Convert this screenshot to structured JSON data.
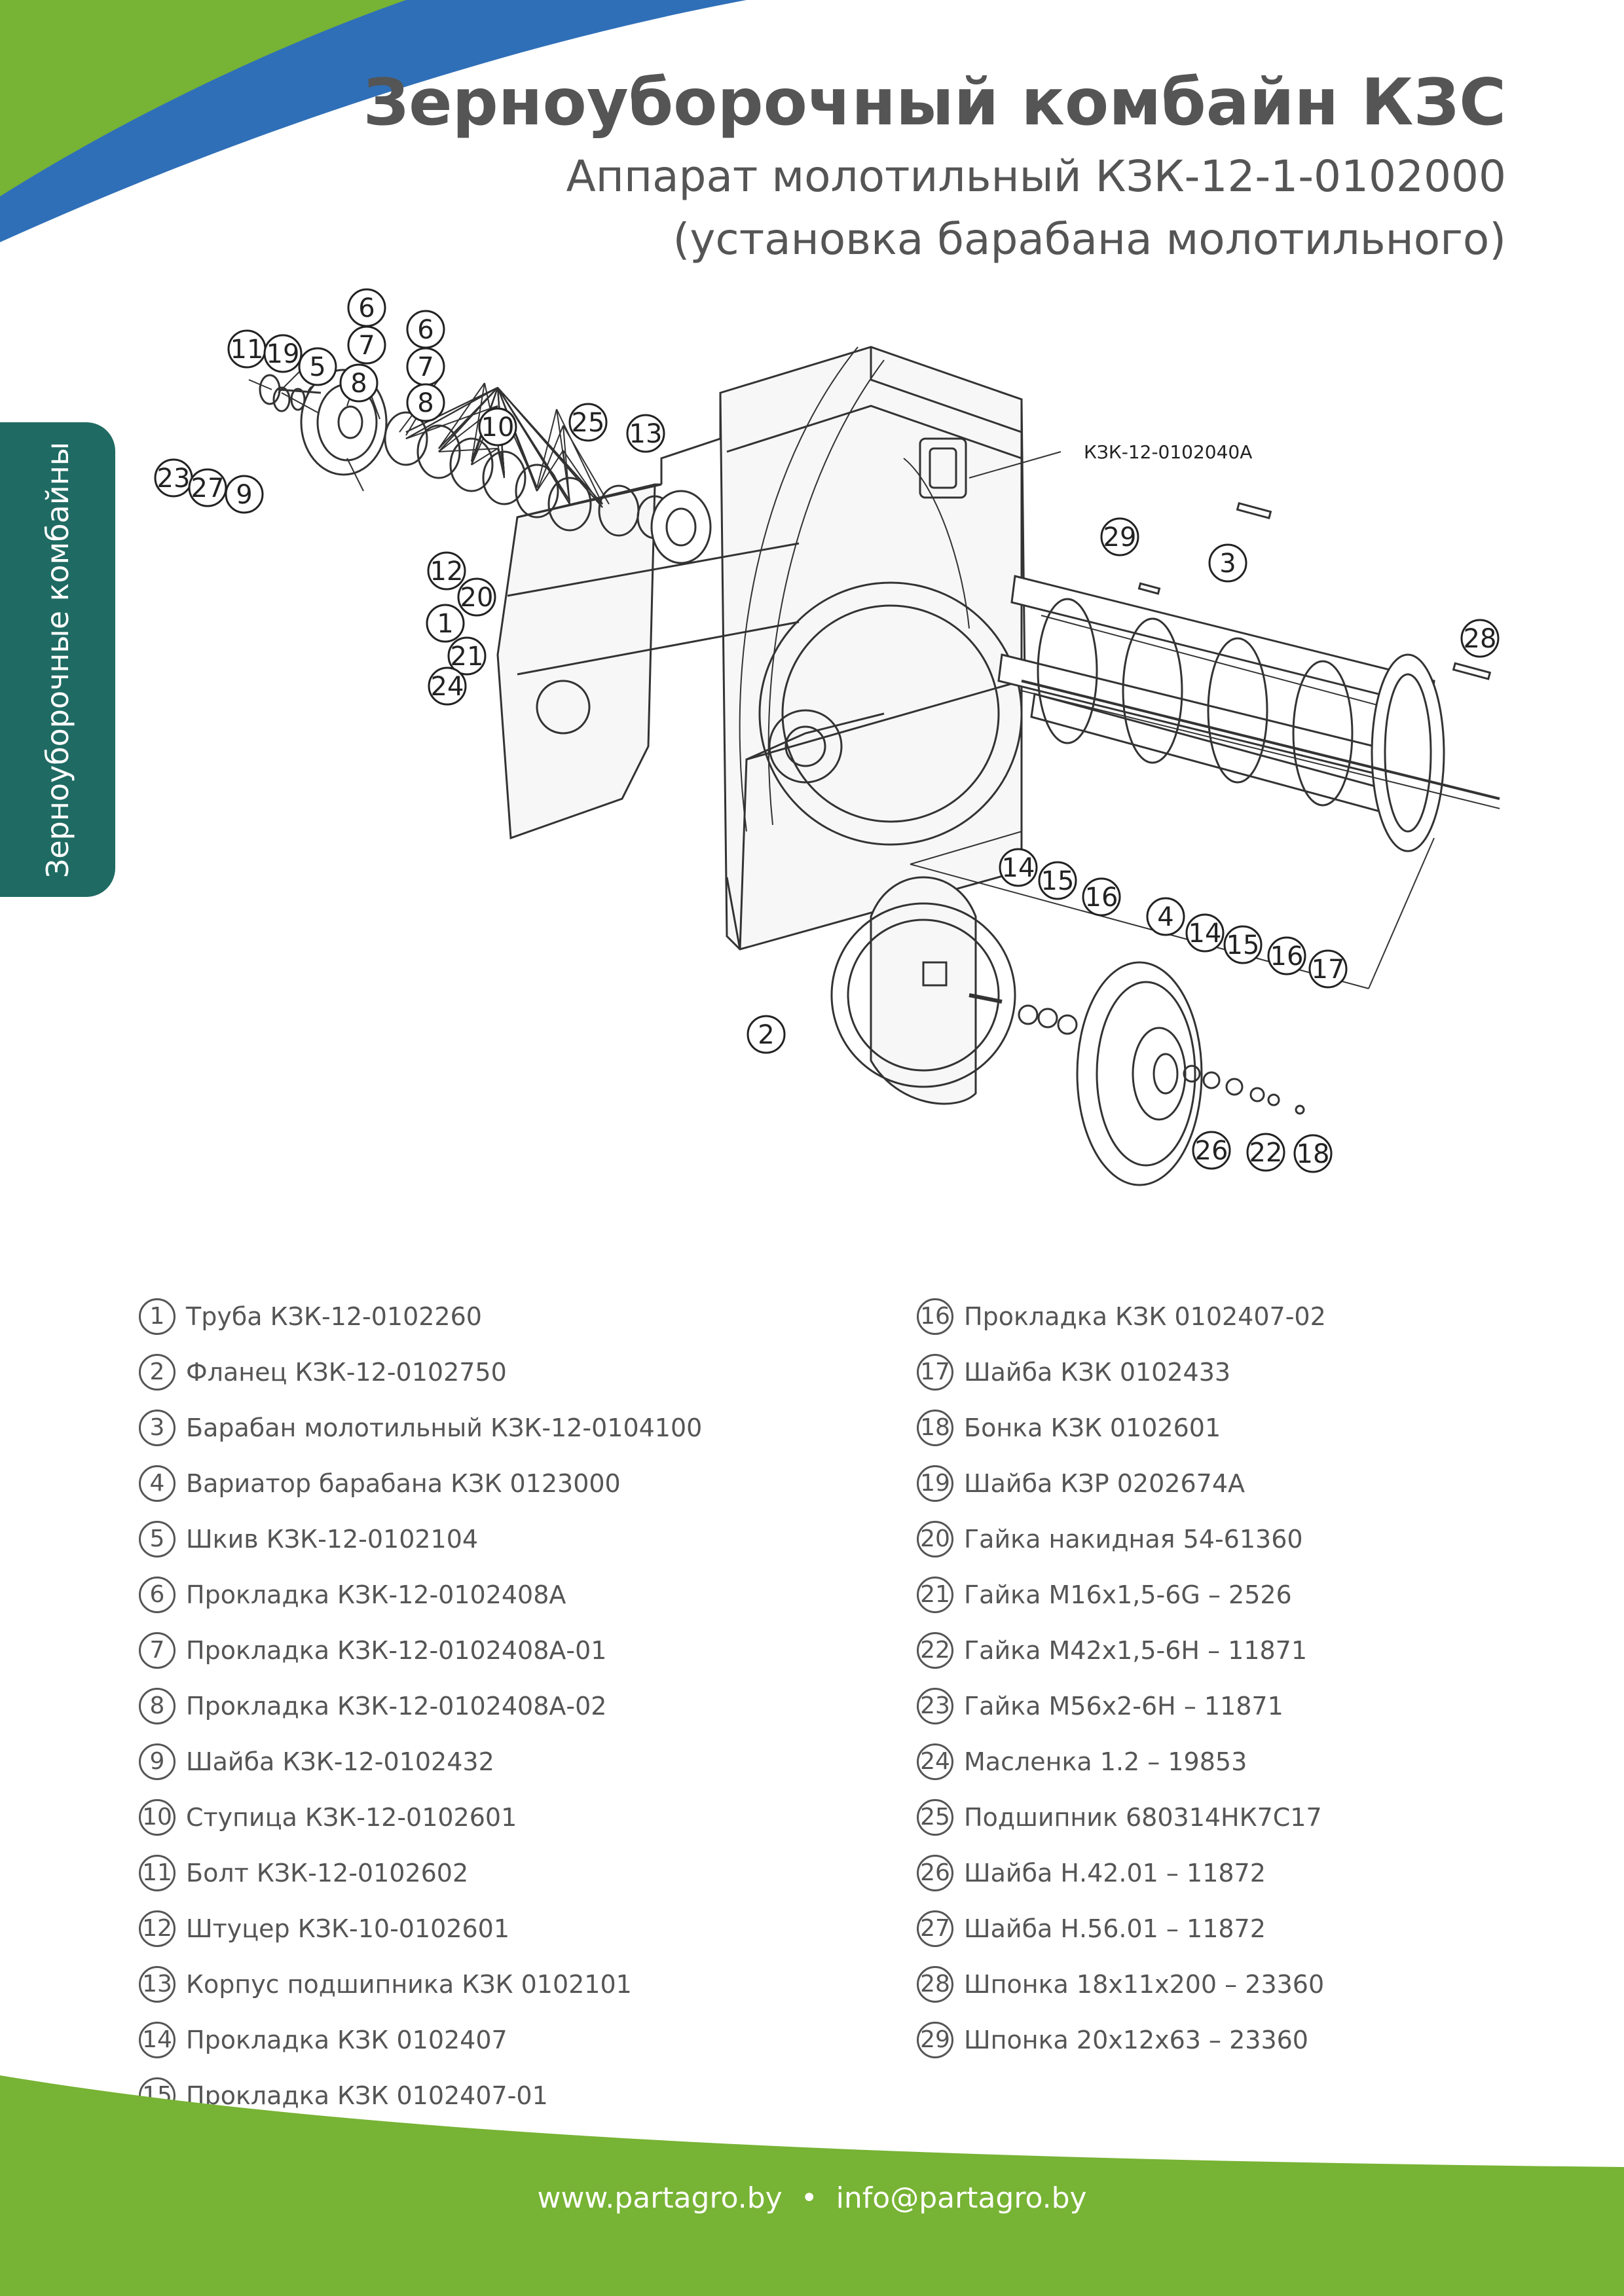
{
  "page": {
    "title": "Зерноуборочный комбайн КЗС",
    "subtitle_line1": "Аппарат молотильный КЗК-12-1-0102000",
    "subtitle_line2": "(установка барабана молотильного)",
    "side_tab": "Зерноуборочные комбайны"
  },
  "colors": {
    "green": "#77b334",
    "blue": "#2f6fb8",
    "teal": "#1f6b63",
    "text": "#555555"
  },
  "drawing": {
    "reference_label": "КЗК-12-0102040А",
    "callouts": [
      "1",
      "2",
      "3",
      "4",
      "5",
      "6",
      "7",
      "8",
      "9",
      "10",
      "11",
      "12",
      "13",
      "14",
      "15",
      "16",
      "17",
      "18",
      "19",
      "20",
      "21",
      "22",
      "23",
      "24",
      "25",
      "26",
      "27",
      "28",
      "29"
    ]
  },
  "legend": {
    "left": [
      {
        "num": "1",
        "text": "Труба КЗК-12-0102260"
      },
      {
        "num": "2",
        "text": "Фланец КЗК-12-0102750"
      },
      {
        "num": "3",
        "text": "Барабан молотильный КЗК-12-0104100"
      },
      {
        "num": "4",
        "text": "Вариатор барабана КЗК 0123000"
      },
      {
        "num": "5",
        "text": "Шкив КЗК-12-0102104"
      },
      {
        "num": "6",
        "text": "Прокладка КЗК-12-0102408А"
      },
      {
        "num": "7",
        "text": "Прокладка КЗК-12-0102408А-01"
      },
      {
        "num": "8",
        "text": "Прокладка КЗК-12-0102408А-02"
      },
      {
        "num": "9",
        "text": "Шайба КЗК-12-0102432"
      },
      {
        "num": "10",
        "text": "Ступица КЗК-12-0102601"
      },
      {
        "num": "11",
        "text": "Болт КЗК-12-0102602"
      },
      {
        "num": "12",
        "text": "Штуцер КЗК-10-0102601"
      },
      {
        "num": "13",
        "text": "Корпус подшипника КЗК 0102101"
      },
      {
        "num": "14",
        "text": "Прокладка КЗК 0102407"
      },
      {
        "num": "15",
        "text": "Прокладка КЗК 0102407-01"
      }
    ],
    "right": [
      {
        "num": "16",
        "text": "Прокладка КЗК 0102407-02"
      },
      {
        "num": "17",
        "text": "Шайба КЗК 0102433"
      },
      {
        "num": "18",
        "text": "Бонка КЗК 0102601"
      },
      {
        "num": "19",
        "text": "Шайба КЗР 0202674А"
      },
      {
        "num": "20",
        "text": "Гайка накидная 54-61360"
      },
      {
        "num": "21",
        "text": "Гайка М16х1,5-6G – 2526"
      },
      {
        "num": "22",
        "text": "Гайка М42х1,5-6Н – 11871"
      },
      {
        "num": "23",
        "text": "Гайка М56х2-6Н – 11871"
      },
      {
        "num": "24",
        "text": "Масленка 1.2 – 19853"
      },
      {
        "num": "25",
        "text": "Подшипник 680314НК7С17"
      },
      {
        "num": "26",
        "text": "Шайба Н.42.01 – 11872"
      },
      {
        "num": "27",
        "text": "Шайба Н.56.01 – 11872"
      },
      {
        "num": "28",
        "text": "Шпонка 18х11х200 – 23360"
      },
      {
        "num": "29",
        "text": "Шпонка 20х12х63 – 23360"
      }
    ]
  },
  "footer": {
    "website": "www.partagro.by",
    "separator": "•",
    "email": "info@partagro.by"
  }
}
